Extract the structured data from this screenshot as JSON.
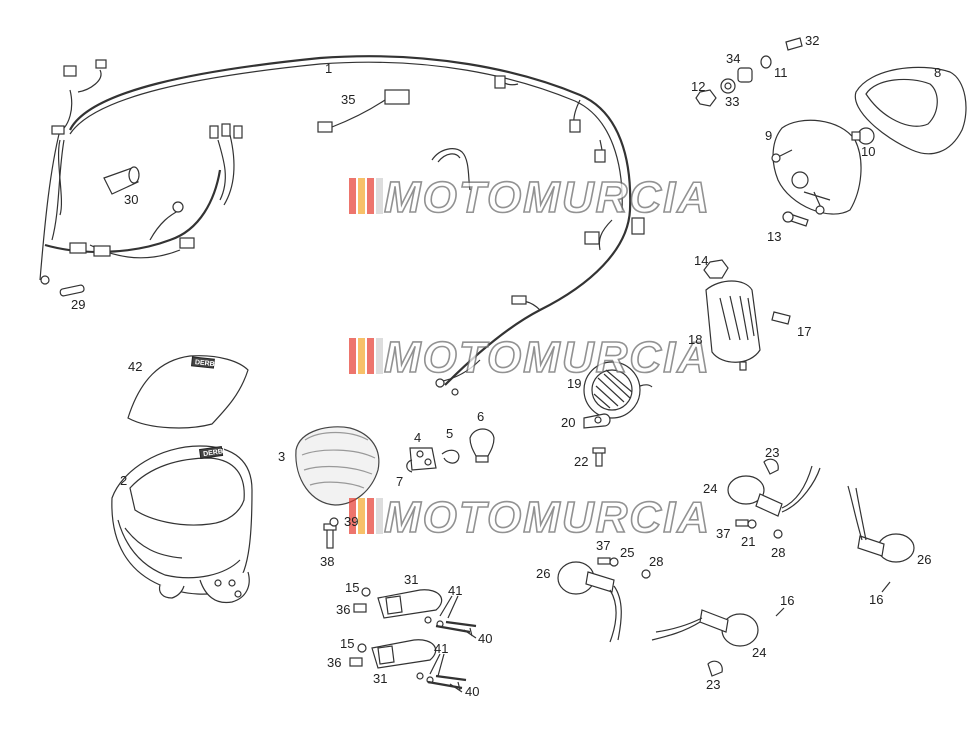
{
  "watermark": {
    "text": "MOTOMURCIA",
    "stripe_colors": [
      "#e53a2f",
      "#f4a62a",
      "#e53a2f",
      "#cfcfcf"
    ]
  },
  "brand_badge": "DERBI",
  "callouts": [
    {
      "id": "c1",
      "text": "1"
    },
    {
      "id": "c2",
      "text": "2"
    },
    {
      "id": "c3",
      "text": "3"
    },
    {
      "id": "c4",
      "text": "4"
    },
    {
      "id": "c5",
      "text": "5"
    },
    {
      "id": "c6",
      "text": "6"
    },
    {
      "id": "c7",
      "text": "7"
    },
    {
      "id": "c8",
      "text": "8"
    },
    {
      "id": "c9",
      "text": "9"
    },
    {
      "id": "c10",
      "text": "10"
    },
    {
      "id": "c11",
      "text": "11"
    },
    {
      "id": "c12",
      "text": "12"
    },
    {
      "id": "c13",
      "text": "13"
    },
    {
      "id": "c14",
      "text": "14"
    },
    {
      "id": "c15a",
      "text": "15"
    },
    {
      "id": "c15b",
      "text": "15"
    },
    {
      "id": "c16a",
      "text": "16"
    },
    {
      "id": "c16b",
      "text": "16"
    },
    {
      "id": "c17",
      "text": "17"
    },
    {
      "id": "c18",
      "text": "18"
    },
    {
      "id": "c19",
      "text": "19"
    },
    {
      "id": "c20",
      "text": "20"
    },
    {
      "id": "c21",
      "text": "21"
    },
    {
      "id": "c22",
      "text": "22"
    },
    {
      "id": "c23a",
      "text": "23"
    },
    {
      "id": "c23b",
      "text": "23"
    },
    {
      "id": "c24a",
      "text": "24"
    },
    {
      "id": "c24b",
      "text": "24"
    },
    {
      "id": "c25",
      "text": "25"
    },
    {
      "id": "c26a",
      "text": "26"
    },
    {
      "id": "c26b",
      "text": "26"
    },
    {
      "id": "c28a",
      "text": "28"
    },
    {
      "id": "c28b",
      "text": "28"
    },
    {
      "id": "c29",
      "text": "29"
    },
    {
      "id": "c30",
      "text": "30"
    },
    {
      "id": "c31a",
      "text": "31"
    },
    {
      "id": "c31b",
      "text": "31"
    },
    {
      "id": "c32",
      "text": "32"
    },
    {
      "id": "c33",
      "text": "33"
    },
    {
      "id": "c34",
      "text": "34"
    },
    {
      "id": "c35",
      "text": "35"
    },
    {
      "id": "c36a",
      "text": "36"
    },
    {
      "id": "c36b",
      "text": "36"
    },
    {
      "id": "c37a",
      "text": "37"
    },
    {
      "id": "c37b",
      "text": "37"
    },
    {
      "id": "c38",
      "text": "38"
    },
    {
      "id": "c39",
      "text": "39"
    },
    {
      "id": "c40a",
      "text": "40"
    },
    {
      "id": "c40b",
      "text": "40"
    },
    {
      "id": "c41a",
      "text": "41"
    },
    {
      "id": "c41b",
      "text": "41"
    },
    {
      "id": "c42",
      "text": "42"
    }
  ]
}
